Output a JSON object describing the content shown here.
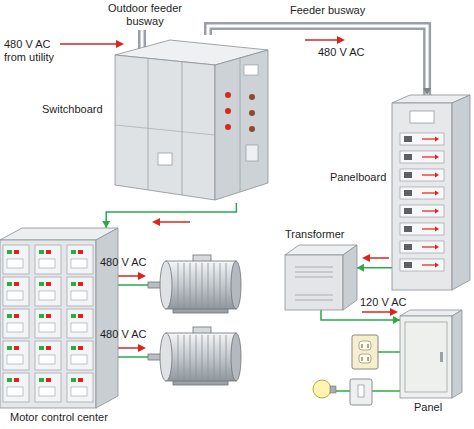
{
  "diagram": {
    "nodes": [
      {
        "text": [
          "Switchboard"
        ]
      },
      {
        "text": [
          "Panelboard"
        ]
      },
      {
        "text": [
          "Motor control center"
        ]
      },
      {
        "text": [
          "Transformer"
        ]
      },
      {
        "text": [
          "Panel"
        ]
      }
    ],
    "edges": [
      {
        "from": 0,
        "to": 1,
        "arrow": "to",
        "label": "480 V AC"
      },
      {
        "from": 0,
        "to": 2,
        "arrow": "to"
      },
      {
        "from": 1,
        "to": 3,
        "arrow": "to"
      },
      {
        "from": 3,
        "to": 4,
        "arrow": "to",
        "label": "120 V AC"
      }
    ],
    "labels": [
      "480 V AC from utility",
      "Outdoor feeder busway",
      "Feeder busway",
      "480 V AC",
      "480 V AC"
    ]
  }
}
